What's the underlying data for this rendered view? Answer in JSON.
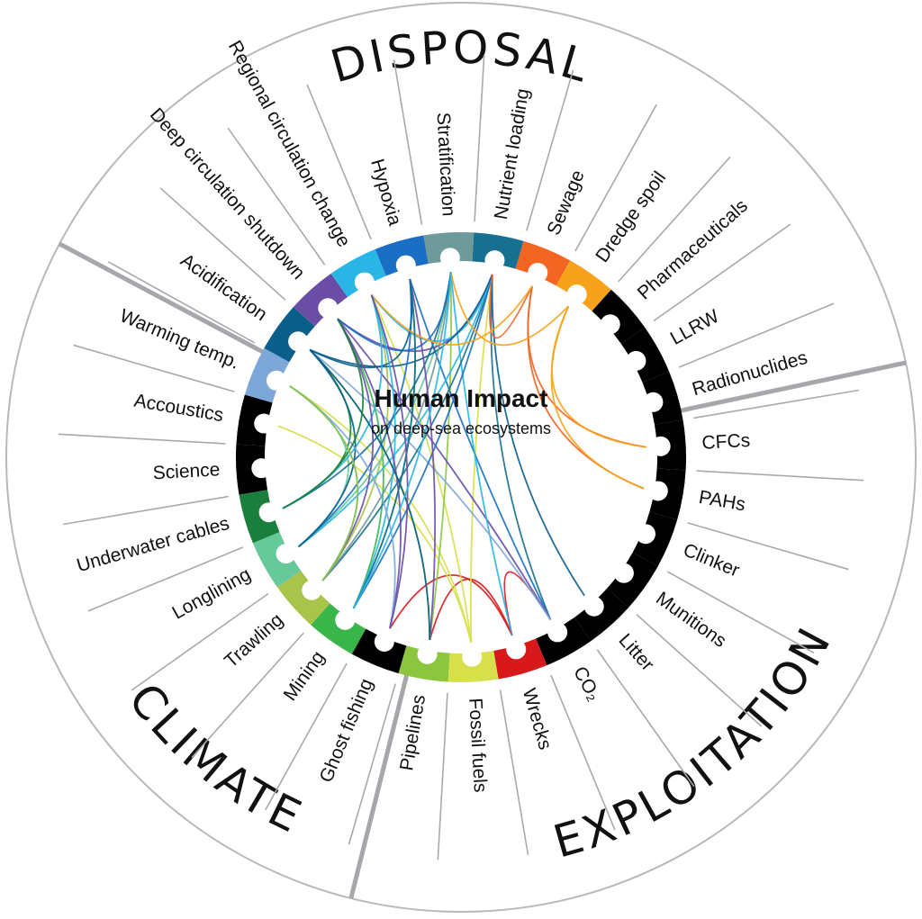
{
  "center": {
    "title": "Human Impact",
    "subtitle": "on deep-sea ecosystems"
  },
  "sectors": [
    {
      "name": "DISPOSAL"
    },
    {
      "name": "EXPLOITATION"
    },
    {
      "name": "CLIMATE"
    }
  ],
  "segments": [
    {
      "label": "Radionuclides",
      "color": "#000000"
    },
    {
      "label": "CFCs",
      "color": "#000000"
    },
    {
      "label": "PAHs",
      "color": "#000000"
    },
    {
      "label": "Clinker",
      "color": "#000000"
    },
    {
      "label": "Munitions",
      "color": "#000000"
    },
    {
      "label": "Litter",
      "color": "#000000"
    },
    {
      "label": "CO₂",
      "color": "#000000"
    },
    {
      "label": "Wrecks",
      "color": "#d7191c"
    },
    {
      "label": "Fossil fuels",
      "color": "#d6e04b"
    },
    {
      "label": "Pipelines",
      "color": "#8cc63f"
    },
    {
      "label": "Ghost fishing",
      "color": "#000000"
    },
    {
      "label": "Mining",
      "color": "#39b54a"
    },
    {
      "label": "Trawling",
      "color": "#a8c44a"
    },
    {
      "label": "Longlining",
      "color": "#66c99a"
    },
    {
      "label": "Underwater cables",
      "color": "#1a7f3c"
    },
    {
      "label": "Science",
      "color": "#000000"
    },
    {
      "label": "Accoustics",
      "color": "#000000"
    },
    {
      "label": "Warming temp.",
      "color": "#7da7d9"
    },
    {
      "label": "Acidification",
      "color": "#0a5f8a"
    },
    {
      "label": "Deep circulation shutdown",
      "color": "#6a4ea6"
    },
    {
      "label": "Regional circulation change",
      "color": "#29b6e6"
    },
    {
      "label": "Hypoxia",
      "color": "#1a6fc4"
    },
    {
      "label": "Stratification",
      "color": "#6f9a9a"
    },
    {
      "label": "Nutrient loading",
      "color": "#17708f"
    },
    {
      "label": "Sewage",
      "color": "#f26522"
    },
    {
      "label": "Dredge spoil",
      "color": "#f7a21b"
    },
    {
      "label": "Pharmaceuticals",
      "color": "#000000"
    },
    {
      "label": "LLRW",
      "color": "#000000"
    }
  ],
  "links": [
    [
      1,
      24,
      "#f26522"
    ],
    [
      1,
      25,
      "#f7a21b"
    ],
    [
      2,
      24,
      "#f26522"
    ],
    [
      2,
      25,
      "#f7a21b"
    ],
    [
      6,
      7,
      "#d7191c"
    ],
    [
      7,
      9,
      "#d7191c"
    ],
    [
      7,
      10,
      "#d7191c"
    ],
    [
      8,
      23,
      "#d6e04b"
    ],
    [
      8,
      20,
      "#d6e04b"
    ],
    [
      8,
      17,
      "#d6e04b"
    ],
    [
      8,
      16,
      "#d6e04b"
    ],
    [
      9,
      22,
      "#8cc63f"
    ],
    [
      9,
      18,
      "#8cc63f"
    ],
    [
      11,
      21,
      "#39b54a"
    ],
    [
      11,
      19,
      "#39b54a"
    ],
    [
      12,
      20,
      "#a8c44a"
    ],
    [
      13,
      22,
      "#66c99a"
    ],
    [
      14,
      18,
      "#1a7f3c"
    ],
    [
      13,
      17,
      "#66c99a"
    ],
    [
      6,
      23,
      "#17708f"
    ],
    [
      6,
      21,
      "#1a6fc4"
    ],
    [
      6,
      19,
      "#6a4ea6"
    ],
    [
      7,
      22,
      "#29b6e6"
    ],
    [
      5,
      23,
      "#0a5f8a"
    ],
    [
      6,
      18,
      "#7da7d9"
    ],
    [
      23,
      12,
      "#17708f"
    ],
    [
      23,
      13,
      "#29b6e6"
    ],
    [
      23,
      11,
      "#1a6fc4"
    ],
    [
      23,
      19,
      "#6a4ea6"
    ],
    [
      23,
      20,
      "#29b6e6"
    ],
    [
      23,
      18,
      "#0a5f8a"
    ],
    [
      22,
      12,
      "#6f9a9a"
    ],
    [
      22,
      14,
      "#17708f"
    ],
    [
      22,
      19,
      "#1a6fc4"
    ],
    [
      21,
      13,
      "#1a6fc4"
    ],
    [
      21,
      9,
      "#6a4ea6"
    ],
    [
      21,
      18,
      "#0a5f8a"
    ],
    [
      20,
      11,
      "#29b6e6"
    ],
    [
      20,
      14,
      "#29b6e6"
    ],
    [
      19,
      12,
      "#6a4ea6"
    ],
    [
      19,
      10,
      "#6a4ea6"
    ],
    [
      18,
      9,
      "#0a5f8a"
    ],
    [
      18,
      13,
      "#0a5f8a"
    ],
    [
      17,
      12,
      "#7da7d9"
    ],
    [
      17,
      10,
      "#7da7d9"
    ],
    [
      24,
      23,
      "#f26522"
    ],
    [
      25,
      22,
      "#f7a21b"
    ],
    [
      24,
      20,
      "#f7a21b"
    ],
    [
      21,
      11,
      "#17708f"
    ],
    [
      20,
      10,
      "#6a4ea6"
    ],
    [
      22,
      11,
      "#29b6e6"
    ],
    [
      19,
      14,
      "#1a7f3c"
    ],
    [
      17,
      12,
      "#8cc63f"
    ]
  ]
}
